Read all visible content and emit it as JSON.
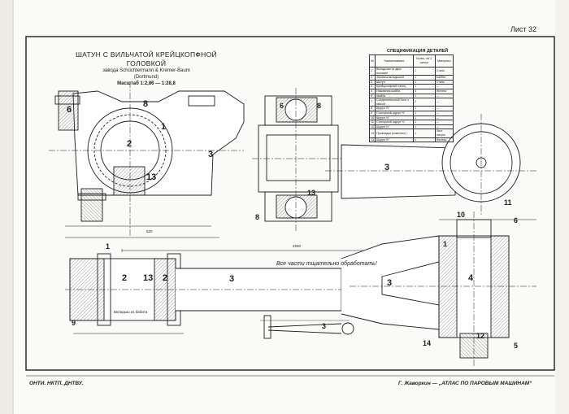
{
  "sheet": {
    "sheet_number": "Лист 32",
    "title_line1": "ШАТУН С ВИЛЬЧАТОЙ КРЕЙЦКОПФНОЙ",
    "title_line2": "ГОЛОВКОЙ",
    "maker_line1": "завода Schüchtermann & Kremer-Baum",
    "maker_line2": "(Dortmund)",
    "scale": "Масштаб 1:2,86 — 1:28,8",
    "note": "Все части тщательно обработать!",
    "footer_left": "ОНТИ. НКТП. ДНТВУ.",
    "footer_right": "Г. Жаворкин — „АТЛАС ПО ПАРОВЫМ МАШИНАМ“"
  },
  "spec_table": {
    "title": "СПЕЦИФИКАЦИЯ ДЕТАЛЕЙ",
    "headers": [
      "№",
      "Наименование",
      "Колич. на 1 шатун",
      "Материал"
    ],
    "rows": [
      [
        "1",
        "Вкладыши из двух половин",
        "1",
        "Сталь"
      ],
      [
        "2",
        "Заливка вкладышей",
        "1",
        "Баббит"
      ],
      [
        "3",
        "Шатун",
        "1",
        "Сталь"
      ],
      [
        "4",
        "Крейцкопфный палец",
        "1",
        "—"
      ],
      [
        "5",
        "Нажимная шайба",
        "4",
        "Железо"
      ],
      [
        "6",
        "Шайба",
        "1",
        "—"
      ],
      [
        "7",
        "Соединительный болт с гайкой",
        "2",
        "—"
      ],
      [
        "8",
        "Шуруп ⅝″",
        "1",
        "—"
      ],
      [
        "9",
        "Стопорный шуруп ⅝″",
        "1",
        "—"
      ],
      [
        "10",
        "Шуруп ¾″",
        "1",
        "—"
      ],
      [
        "11",
        "Стопорный шуруп ¾″",
        "1",
        "—"
      ],
      [
        "12",
        "Шуруп ¾″",
        "1",
        "—"
      ],
      [
        "13",
        "Прокладки (комплект)",
        "1",
        "Лист. латунь"
      ],
      [
        "14",
        "Шуруп ½″",
        "1",
        "Железо"
      ]
    ]
  },
  "views": {
    "big_end_front": {
      "labels": [
        "6",
        "8",
        "1",
        "2",
        "3",
        "13"
      ]
    },
    "big_end_side": {
      "labels": [
        "6",
        "8",
        "13",
        "8"
      ]
    },
    "rod_elevation": {
      "labels": [
        "3"
      ]
    },
    "fork_plan": {
      "labels": [
        "10",
        "11",
        "6",
        "1",
        "3",
        "4",
        "14",
        "12",
        "5"
      ]
    },
    "big_end_plan": {
      "labels": [
        "1",
        "2",
        "13",
        "2",
        "3",
        "9"
      ]
    },
    "small_sketch": {
      "labels": [
        "3"
      ]
    }
  },
  "dimensions": {
    "overall_length": "2250",
    "lining_label": "Вкладыш из бабита",
    "dim_620": "620"
  },
  "colors": {
    "ink": "#1c1c1c",
    "paper": "#ffffff",
    "hatch": "#555555"
  }
}
